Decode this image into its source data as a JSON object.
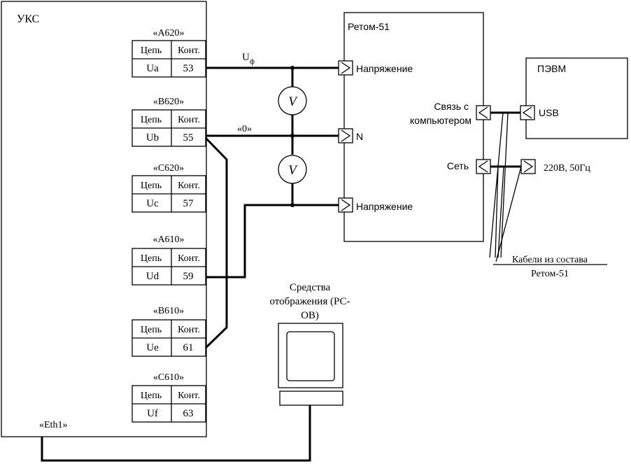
{
  "uks": {
    "title": "УКС",
    "eth_label": "«Eth1»",
    "header_chain": "Цепь",
    "header_contact": "Конт.",
    "terminals": [
      {
        "name": "«A620»",
        "chain": "Ua",
        "contact": "53"
      },
      {
        "name": "«B620»",
        "chain": "Ub",
        "contact": "55"
      },
      {
        "name": "«C620»",
        "chain": "Uc",
        "contact": "57"
      },
      {
        "name": "«A610»",
        "chain": "Ud",
        "contact": "59"
      },
      {
        "name": "«B610»",
        "chain": "Ue",
        "contact": "61"
      },
      {
        "name": "«C610»",
        "chain": "Uf",
        "contact": "63"
      }
    ]
  },
  "wires": {
    "phase_label_main": "U",
    "phase_label_sub": "ф",
    "zero_label": "«0»",
    "voltmeter_symbol": "V"
  },
  "retom": {
    "title": "Ретом-51",
    "port_voltage_top": "Напряжение",
    "port_n": "N",
    "port_voltage_bottom": "Напряжение",
    "comm_line1": "Связь с",
    "comm_line2": "компьютером",
    "power_label": "Сеть"
  },
  "pc": {
    "title": "ПЭВМ",
    "usb_label": "USB"
  },
  "mains": {
    "label": "220В, 50Гц"
  },
  "cables_note": {
    "line1": "Кабели из состава",
    "line2": "Ретом-51"
  },
  "display": {
    "line1": "Средства",
    "line2": "отображения (РС-",
    "line3": "ОВ)"
  }
}
